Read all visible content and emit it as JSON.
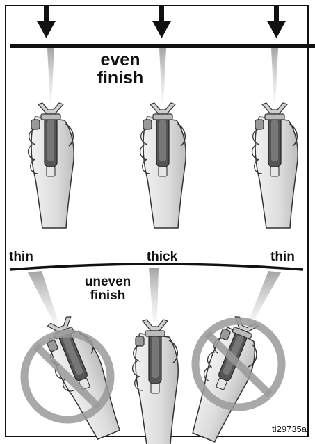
{
  "labels": {
    "even_line1": "even",
    "even_line2": "finish",
    "uneven_line1": "uneven",
    "uneven_line2": "finish",
    "left_distance": "thin",
    "center_distance": "thick",
    "right_distance": "thin"
  },
  "figure_id": "ti29735a",
  "icons": {
    "arrow": "down-arrow-icon",
    "gun": "spray-gun-hand-icon",
    "prohibit": "prohibited-icon"
  }
}
